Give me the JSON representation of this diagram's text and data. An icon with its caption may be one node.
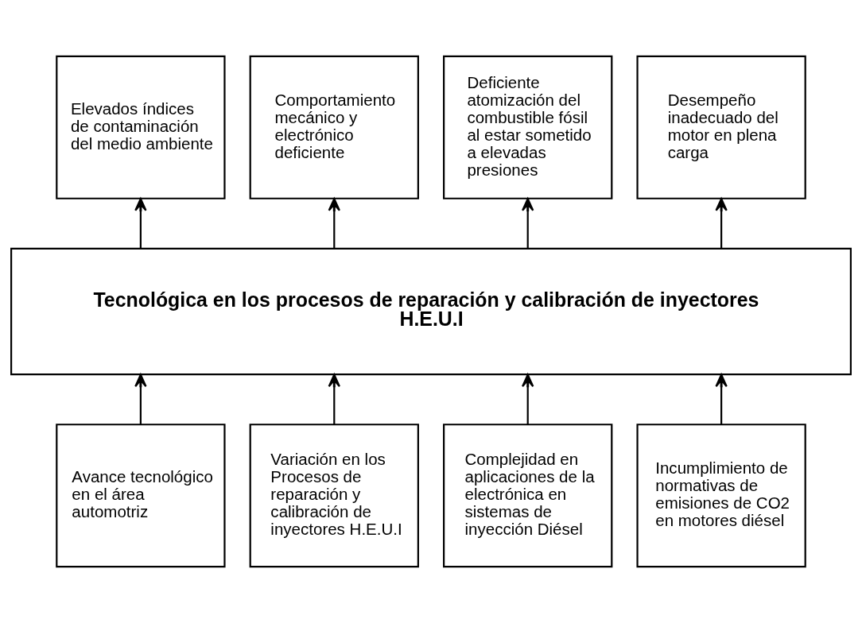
{
  "diagram": {
    "nodes": [
      {
        "text": [
          "Elevados índices de contaminación del medio ambiente"
        ]
      },
      {
        "text": [
          "Comportamiento mecánico y electrónico deficiente"
        ]
      },
      {
        "text": [
          "Deficiente atomización del combustible fósil al estar sometido a elevadas presiones"
        ]
      },
      {
        "text": [
          "Desempeño inadecuado del motor en plena carga"
        ]
      },
      {
        "text": [
          "Tecnológica en los procesos de reparación y calibración de inyectores H.E.U.I"
        ]
      },
      {
        "text": [
          "Avance tecnológico en el área automotriz"
        ]
      },
      {
        "text": [
          "Variación en los Procesos de reparación y calibración de inyectores H.E.U.I"
        ]
      },
      {
        "text": [
          "Complejidad en aplicaciones de la electrónica en sistemas de inyección Diésel"
        ]
      },
      {
        "text": [
          "Incumplimiento de normativas de emisiones de CO2 en motores diésel"
        ]
      }
    ],
    "edges": [
      {
        "from": 4,
        "to": 0,
        "arrow": "to"
      },
      {
        "from": 4,
        "to": 1,
        "arrow": "to"
      },
      {
        "from": 4,
        "to": 2,
        "arrow": "to"
      },
      {
        "from": 4,
        "to": 3,
        "arrow": "to"
      },
      {
        "from": 5,
        "to": 4,
        "arrow": "to"
      },
      {
        "from": 6,
        "to": 4,
        "arrow": "to"
      },
      {
        "from": 7,
        "to": 4,
        "arrow": "to"
      },
      {
        "from": 8,
        "to": 4,
        "arrow": "to"
      }
    ]
  }
}
